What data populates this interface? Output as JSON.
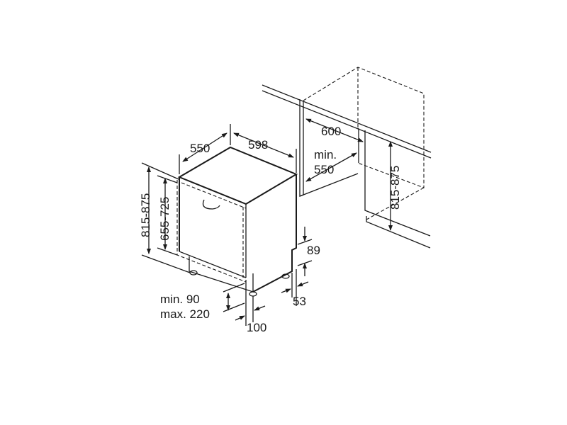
{
  "diagram": {
    "colors": {
      "line": "#1a1a1a",
      "background": "#ffffff"
    },
    "dimensions": {
      "appliance_depth": "550",
      "appliance_width": "598",
      "niche_width": "600",
      "niche_depth_prefix": "min.",
      "niche_depth": "550",
      "niche_height": "815-875",
      "appliance_height": "815-875",
      "door_height": "655-725",
      "plinth_recess": "89",
      "foot_offset": "53",
      "plinth_min": "min. 90",
      "plinth_max": "max. 220",
      "plinth_depth": "100"
    }
  }
}
